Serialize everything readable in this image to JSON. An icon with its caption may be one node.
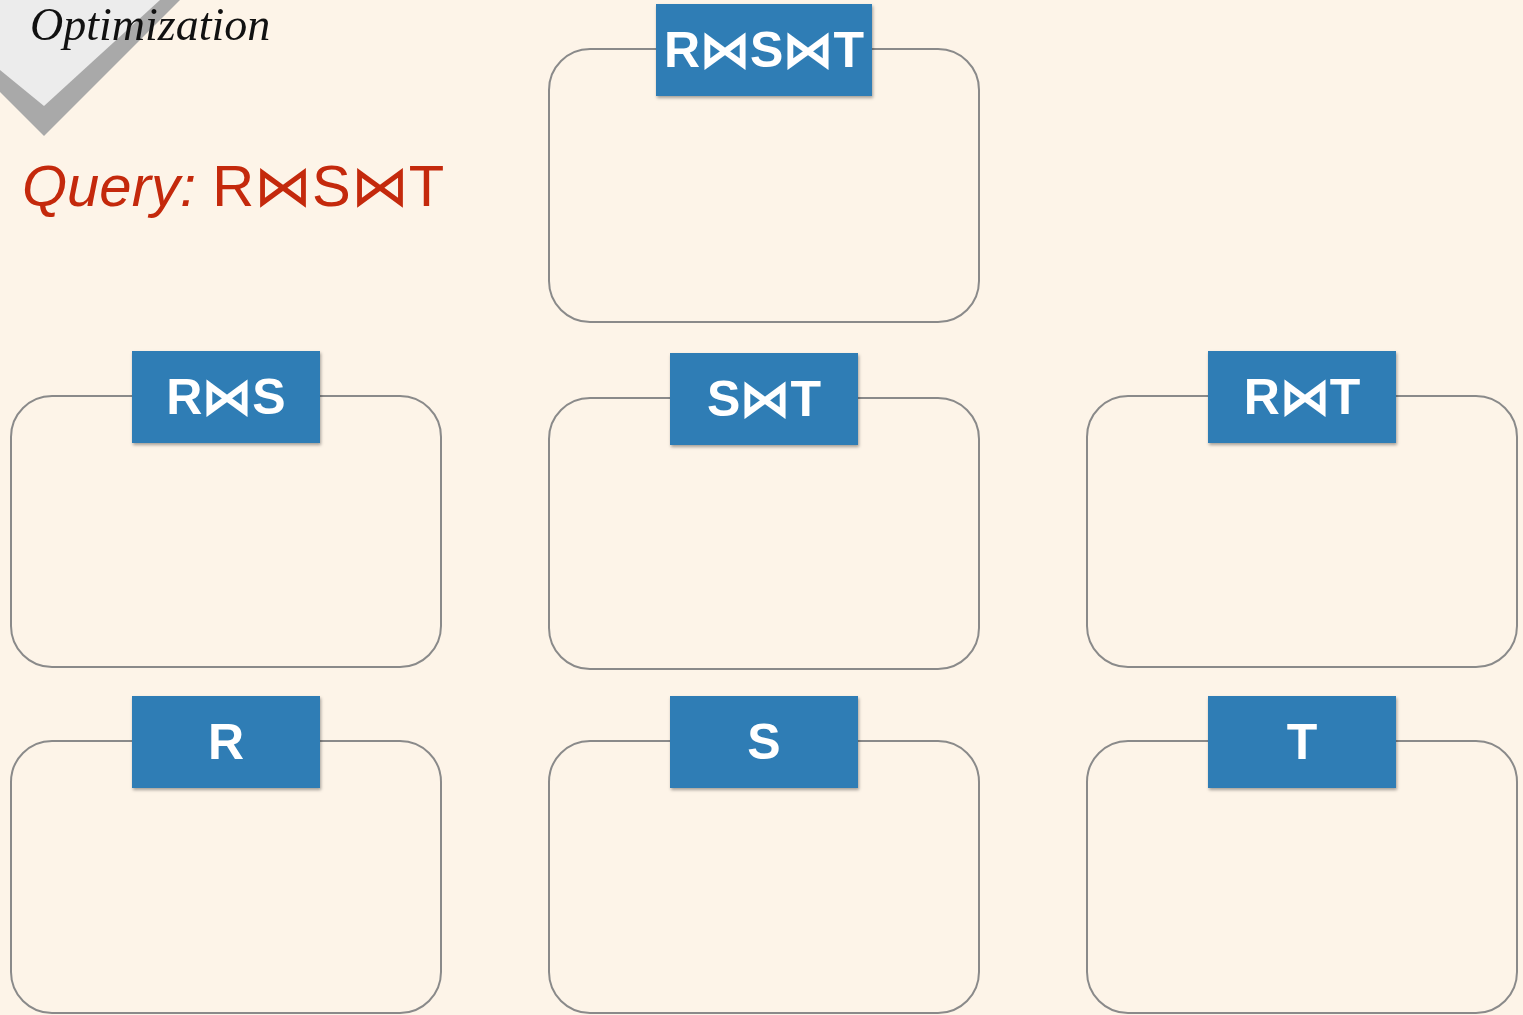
{
  "diagram": {
    "title": "Optimization",
    "nodes": [
      {
        "text": [
          "R⋈S⋈T"
        ]
      },
      {
        "text": [
          "R⋈S"
        ]
      },
      {
        "text": [
          "S⋈T"
        ]
      },
      {
        "text": [
          "R⋈T"
        ]
      },
      {
        "text": [
          "R"
        ]
      },
      {
        "text": [
          "S"
        ]
      },
      {
        "text": [
          "T"
        ]
      }
    ],
    "labels": [
      "*Query:* R⋈S⋈T"
    ]
  }
}
